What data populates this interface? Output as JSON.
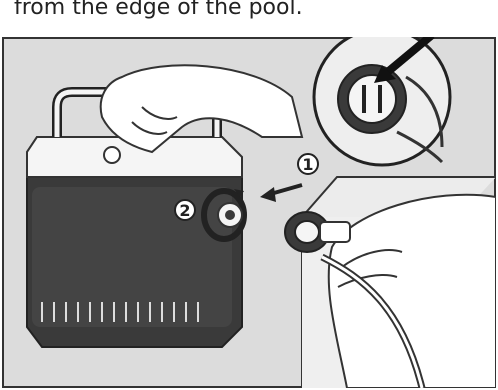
{
  "caption": {
    "text": "from the edge of the pool."
  },
  "figure": {
    "step_1": "1",
    "step_2": "2",
    "colors": {
      "background": "#dcdcdc",
      "frame": "#333333",
      "device_dark": "#3a3a3a",
      "device_light": "#f5f5f5"
    }
  }
}
